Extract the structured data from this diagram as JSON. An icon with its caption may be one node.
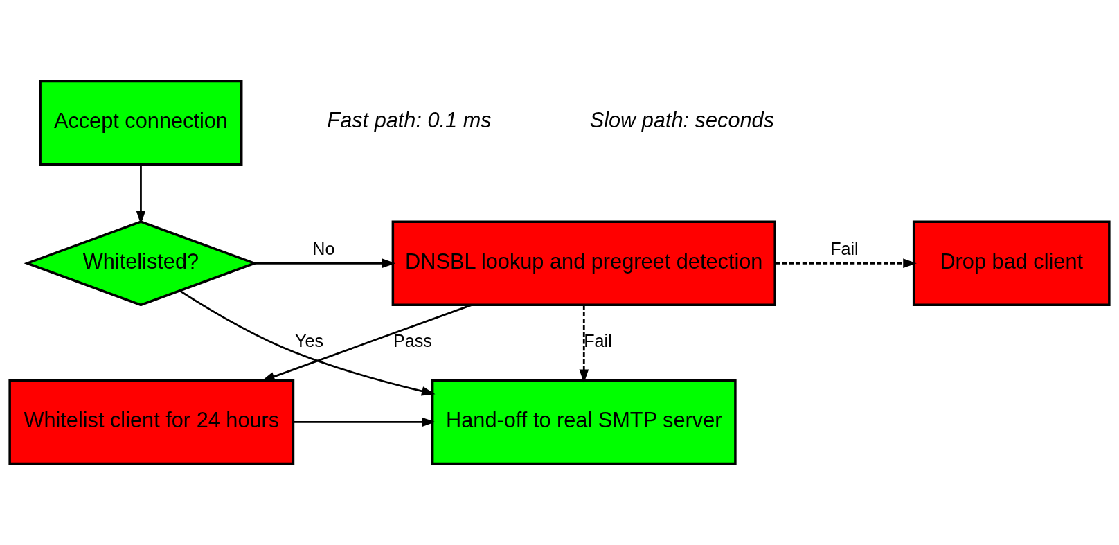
{
  "diagram": {
    "nodes": [
      {
        "text": [
          "Accept connection"
        ]
      },
      {
        "text": [
          "Whitelisted?"
        ]
      },
      {
        "text": [
          "DNSBL lookup and pregreet detection"
        ]
      },
      {
        "text": [
          "Drop bad client"
        ]
      },
      {
        "text": [
          "Hand-off to real SMTP server"
        ]
      },
      {
        "text": [
          "Whitelist client for 24 hours"
        ]
      }
    ],
    "edges": [
      {
        "from": 0,
        "to": 1,
        "arrow": "to"
      },
      {
        "from": 1,
        "to": 2,
        "arrow": "to",
        "label": "No"
      },
      {
        "from": 2,
        "to": 3,
        "arrow": "to",
        "label": "Fail",
        "style": "dashed"
      },
      {
        "from": 1,
        "to": 4,
        "arrow": "to",
        "label": "Yes"
      },
      {
        "from": 2,
        "to": 4,
        "arrow": "to",
        "label": "Fail",
        "style": "dashed"
      },
      {
        "from": 2,
        "to": 5,
        "arrow": "to",
        "label": "Pass"
      },
      {
        "from": 5,
        "to": 4,
        "arrow": "to"
      }
    ],
    "labels": [
      "Fast path: 0.1 ms",
      "Slow path: seconds"
    ]
  }
}
